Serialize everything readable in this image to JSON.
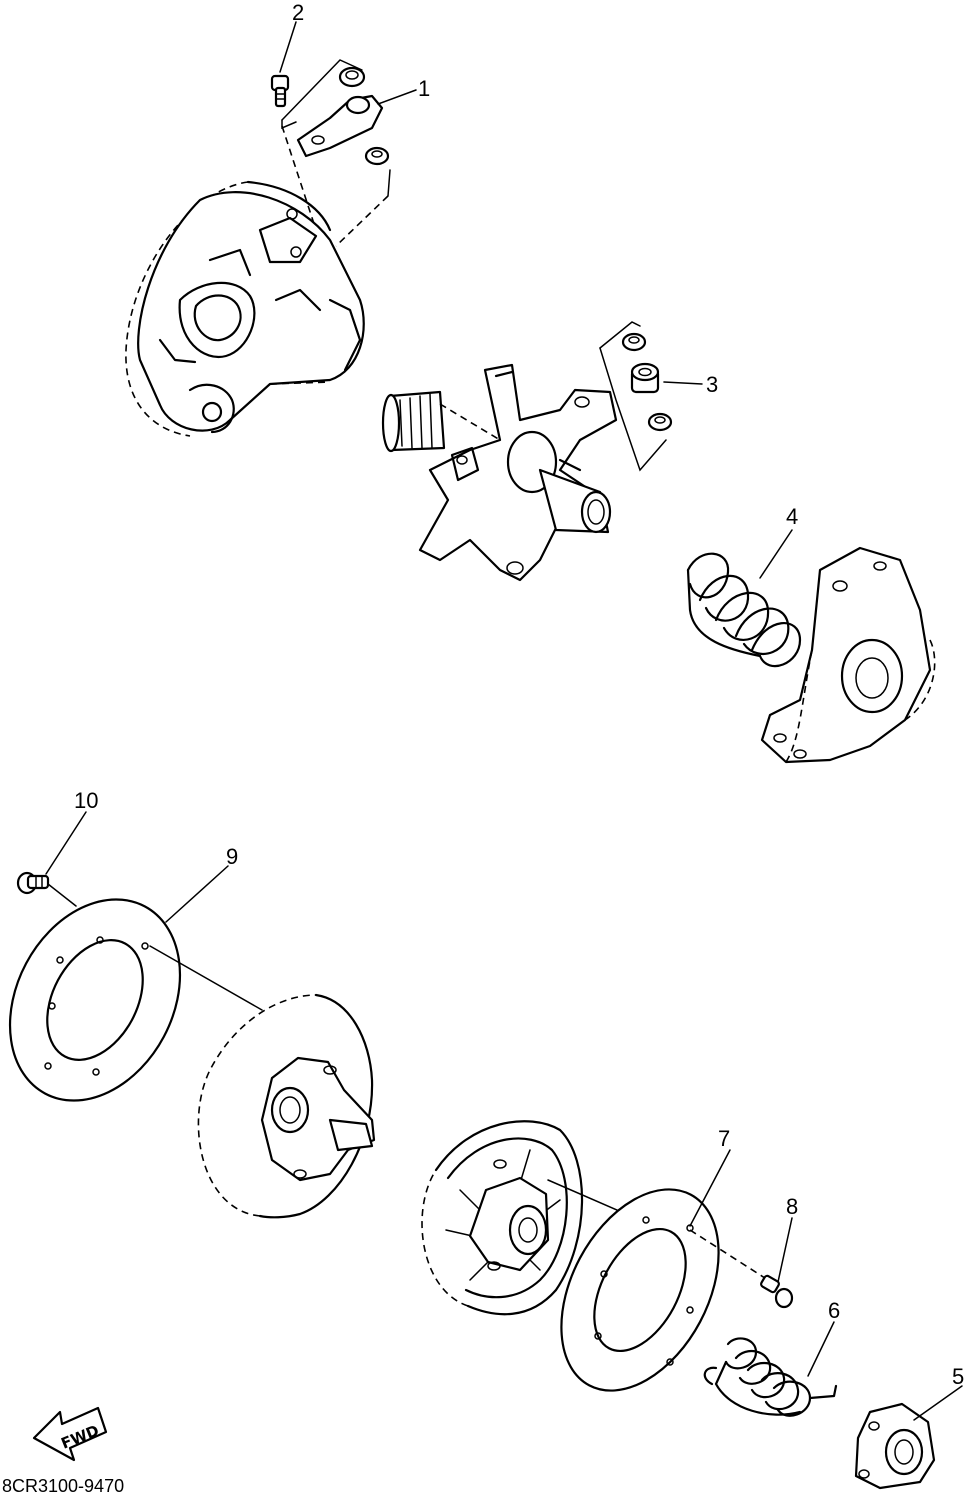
{
  "callouts": [
    "1",
    "2",
    "3",
    "4",
    "5",
    "6",
    "7",
    "8",
    "9",
    "10"
  ],
  "direction_label": "FWD",
  "drawing_code": "8CR3100-9470"
}
